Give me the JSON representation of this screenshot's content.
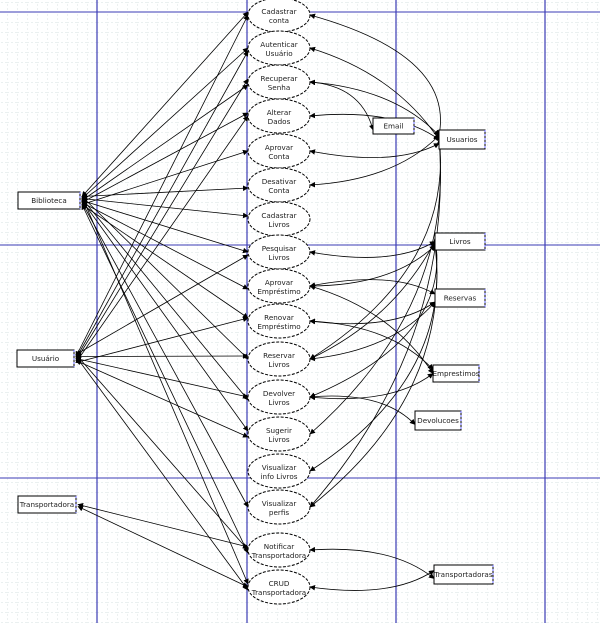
{
  "diagram": {
    "type": "use-case",
    "colors": {
      "grid_minor": "#c8d6d6",
      "grid_major": "#3b3bb5",
      "stroke": "#000000",
      "handle": "#6666ff"
    },
    "actors": [
      {
        "id": "biblioteca",
        "label": "Biblioteca"
      },
      {
        "id": "usuario",
        "label": "Usuário"
      },
      {
        "id": "transportadora",
        "label": "Transportadora"
      }
    ],
    "use_cases": [
      {
        "id": "uc1",
        "lines": [
          "Cadastrar",
          "conta"
        ]
      },
      {
        "id": "uc2",
        "lines": [
          "Autenticar",
          "Usuário"
        ]
      },
      {
        "id": "uc3",
        "lines": [
          "Recuperar",
          "Senha"
        ]
      },
      {
        "id": "uc4",
        "lines": [
          "Alterar",
          "Dados"
        ]
      },
      {
        "id": "uc5",
        "lines": [
          "Aprovar",
          "Conta"
        ]
      },
      {
        "id": "uc6",
        "lines": [
          "Desativar",
          "Conta"
        ]
      },
      {
        "id": "uc7",
        "lines": [
          "Cadastrar",
          "Livros"
        ]
      },
      {
        "id": "uc8",
        "lines": [
          "Pesquisar",
          "Livros"
        ]
      },
      {
        "id": "uc9",
        "lines": [
          "Aprovar",
          "Empréstimo"
        ]
      },
      {
        "id": "uc10",
        "lines": [
          "Renovar",
          "Empréstimo"
        ]
      },
      {
        "id": "uc11",
        "lines": [
          "Reservar",
          "Livros"
        ]
      },
      {
        "id": "uc12",
        "lines": [
          "Devolver",
          "Livros"
        ]
      },
      {
        "id": "uc13",
        "lines": [
          "Sugerir",
          "Livros"
        ]
      },
      {
        "id": "uc14",
        "lines": [
          "Visualizar",
          "info Livros"
        ]
      },
      {
        "id": "uc15",
        "lines": [
          "Visualizar",
          "perfis"
        ]
      },
      {
        "id": "uc16",
        "lines": [
          "Notificar",
          "Transportadora"
        ]
      },
      {
        "id": "uc17",
        "lines": [
          "CRUD",
          "Transportadora"
        ]
      }
    ],
    "entities": [
      {
        "id": "email",
        "label": "Email"
      },
      {
        "id": "usuarios",
        "label": "Usuarios"
      },
      {
        "id": "livros",
        "label": "Livros"
      },
      {
        "id": "reservas",
        "label": "Reservas"
      },
      {
        "id": "emprestimos",
        "label": "Emprestimos"
      },
      {
        "id": "devolucoes",
        "label": "Devolucoes"
      },
      {
        "id": "transportadoras",
        "label": "Transportadoras"
      }
    ],
    "actor_links": [
      [
        "biblioteca",
        "uc1"
      ],
      [
        "biblioteca",
        "uc2"
      ],
      [
        "biblioteca",
        "uc3"
      ],
      [
        "biblioteca",
        "uc4"
      ],
      [
        "biblioteca",
        "uc5"
      ],
      [
        "biblioteca",
        "uc6"
      ],
      [
        "biblioteca",
        "uc7"
      ],
      [
        "biblioteca",
        "uc8"
      ],
      [
        "biblioteca",
        "uc9"
      ],
      [
        "biblioteca",
        "uc10"
      ],
      [
        "biblioteca",
        "uc11"
      ],
      [
        "biblioteca",
        "uc12"
      ],
      [
        "biblioteca",
        "uc13"
      ],
      [
        "biblioteca",
        "uc15"
      ],
      [
        "biblioteca",
        "uc16"
      ],
      [
        "biblioteca",
        "uc17"
      ],
      [
        "usuario",
        "uc1"
      ],
      [
        "usuario",
        "uc2"
      ],
      [
        "usuario",
        "uc3"
      ],
      [
        "usuario",
        "uc4"
      ],
      [
        "usuario",
        "uc8"
      ],
      [
        "usuario",
        "uc11"
      ],
      [
        "usuario",
        "uc12"
      ],
      [
        "usuario",
        "uc13"
      ],
      [
        "usuario",
        "uc10"
      ],
      [
        "usuario",
        "uc16"
      ],
      [
        "usuario",
        "uc17"
      ],
      [
        "transportadora",
        "uc16"
      ],
      [
        "transportadora",
        "uc17"
      ]
    ],
    "entity_links": [
      [
        "uc1",
        "usuarios"
      ],
      [
        "uc2",
        "usuarios"
      ],
      [
        "uc3",
        "email"
      ],
      [
        "uc3",
        "usuarios"
      ],
      [
        "uc4",
        "usuarios"
      ],
      [
        "uc5",
        "usuarios"
      ],
      [
        "uc6",
        "usuarios"
      ],
      [
        "uc8",
        "livros"
      ],
      [
        "uc9",
        "livros"
      ],
      [
        "uc9",
        "reservas"
      ],
      [
        "uc9",
        "emprestimos"
      ],
      [
        "uc10",
        "reservas"
      ],
      [
        "uc10",
        "emprestimos"
      ],
      [
        "uc11",
        "livros"
      ],
      [
        "uc11",
        "reservas"
      ],
      [
        "uc11",
        "usuarios"
      ],
      [
        "uc12",
        "emprestimos"
      ],
      [
        "uc12",
        "devolucoes"
      ],
      [
        "uc12",
        "livros"
      ],
      [
        "uc13",
        "usuarios"
      ],
      [
        "uc14",
        "livros"
      ],
      [
        "uc15",
        "usuarios"
      ],
      [
        "uc15",
        "livros"
      ],
      [
        "uc16",
        "transportadoras"
      ],
      [
        "uc17",
        "transportadoras"
      ]
    ]
  }
}
